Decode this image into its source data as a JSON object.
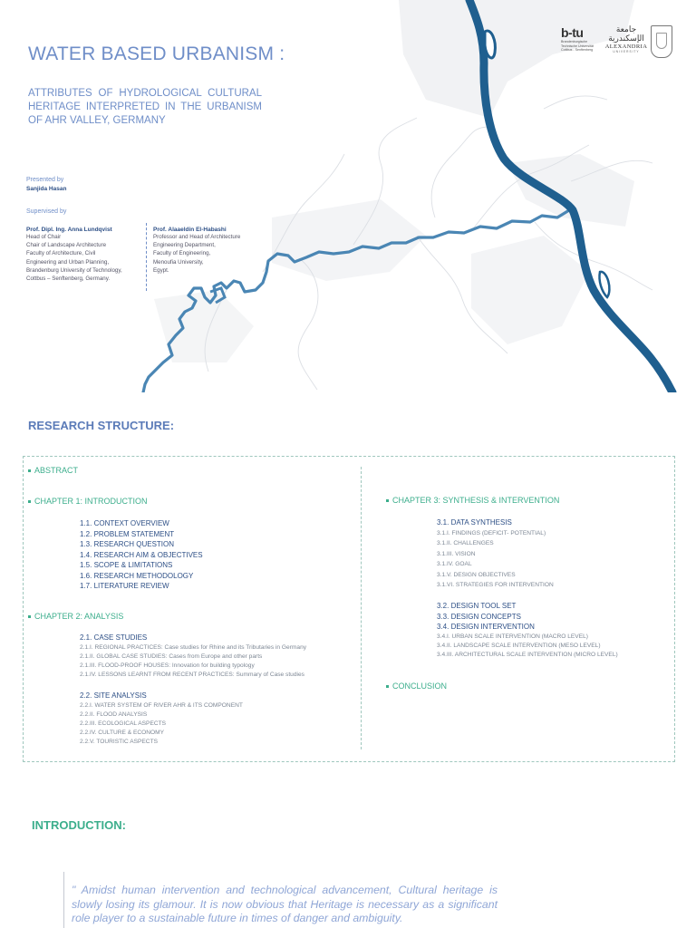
{
  "header": {
    "title": "WATER BASED URBANISM :",
    "subtitle": "ATTRIBUTES OF HYDROLOGICAL CULTURAL HERITAGE INTERPRETED IN THE URBANISM OF AHR VALLEY, GERMANY"
  },
  "logos": {
    "btu_mark": "b-tu",
    "btu_line1": "Brandenburgische",
    "btu_line2": "Technische Universität",
    "btu_line3": "Cottbus - Senftenberg",
    "alex_arabic": "جامعة الإسكندرية",
    "alex_name": "ALEXANDRIA",
    "alex_sub": "UNIVERSITY"
  },
  "credits": {
    "presented_label": "Presented by",
    "presenter": "Sanjida Hasan",
    "supervised_label": "Supervised by",
    "supervisor1": {
      "name": "Prof. Dipl. Ing. Anna Lundqvist",
      "lines": [
        "Head of Chair",
        "Chair of Landscape Architecture",
        "Faculty of Architecture, Civil",
        "Engineering and Urban Planning,",
        "Brandenburg University of Technology,",
        "Cottbus – Senftenberg, Germany."
      ]
    },
    "supervisor2": {
      "name": "Prof. Alaaeldin El-Habashi",
      "lines": [
        "Professor and Head of Architecture",
        "Engineering Department,",
        "Faculty of Engineering,",
        "Menoufia University,",
        "Egypt."
      ]
    }
  },
  "research": {
    "heading": "RESEARCH STRUCTURE:",
    "abstract": "ABSTRACT",
    "ch1": {
      "title": "CHAPTER 1: INTRODUCTION",
      "items": [
        "1.1. CONTEXT OVERVIEW",
        "1.2. PROBLEM STATEMENT",
        "1.3. RESEARCH QUESTION",
        "1.4. RESEARCH AIM & OBJECTIVES",
        "1.5. SCOPE & LIMITATIONS",
        "1.6. RESEARCH METHODOLOGY",
        "1.7. LITERATURE REVIEW"
      ]
    },
    "ch2": {
      "title": "CHAPTER 2: ANALYSIS",
      "case_title": "2.1. CASE STUDIES",
      "case_items": [
        "2.1.I. REGIONAL PRACTICES: Case studies for Rhine and its Tributaries in Germany",
        "2.1.II. GLOBAL CASE STUDIES: Cases from Europe and other parts",
        "2.1.III. FLOOD-PROOF HOUSES: Innovation for building typology",
        "2.1.IV. LESSONS LEARNT FROM RECENT PRACTICES: Summary of Case studies"
      ],
      "site_title": "2.2. SITE ANALYSIS",
      "site_items": [
        "2.2.I. WATER SYSTEM OF RIVER AHR & ITS COMPONENT",
        "2.2.II. FLOOD ANALYSIS",
        "2.2.III. ECOLOGICAL ASPECTS",
        "2.2.IV. CULTURE & ECONOMY",
        "2.2.V. TOURISTIC ASPECTS"
      ]
    },
    "ch3": {
      "title": "CHAPTER 3: SYNTHESIS & INTERVENTION",
      "synth_title": "3.1. DATA SYNTHESIS",
      "synth_items": [
        "3.1.I. FINDINGS (DEFICIT- POTENTIAL)",
        "3.1.II. CHALLENGES",
        "3.1.III. VISION",
        "3.1.IV. GOAL",
        "3.1.V. DESIGN OBJECTIVES",
        "3.1.VI. STRATEGIES FOR INTERVENTION"
      ],
      "tool_title": "3.2. DESIGN TOOL SET",
      "concept_title": "3.3. DESIGN CONCEPTS",
      "interv_title": "3.4. DESIGN INTERVENTION",
      "interv_items": [
        "3.4.I. URBAN SCALE INTERVENTION (MACRO LEVEL)",
        "3.4.II. LANDSCAPE SCALE INTERVENTION (MESO LEVEL)",
        "3.4.III. ARCHITECTURAL SCALE INTERVENTION (MICRO LEVEL)"
      ]
    },
    "conclusion": "CONCLUSION"
  },
  "intro": {
    "heading": "INTRODUCTION:",
    "quote": "\" Amidst human intervention and technological advancement, Cultural heritage is slowly losing its glamour. It is now obvious that Heritage is necessary as a significant role player to a sustainable future in times of danger and ambiguity."
  },
  "colors": {
    "title_blue": "#6f8ec8",
    "river_main": "#1f5f8f",
    "river_ahr": "#4a86b4",
    "accent_green": "#3cae8c",
    "dark_blue": "#2d4f86"
  }
}
